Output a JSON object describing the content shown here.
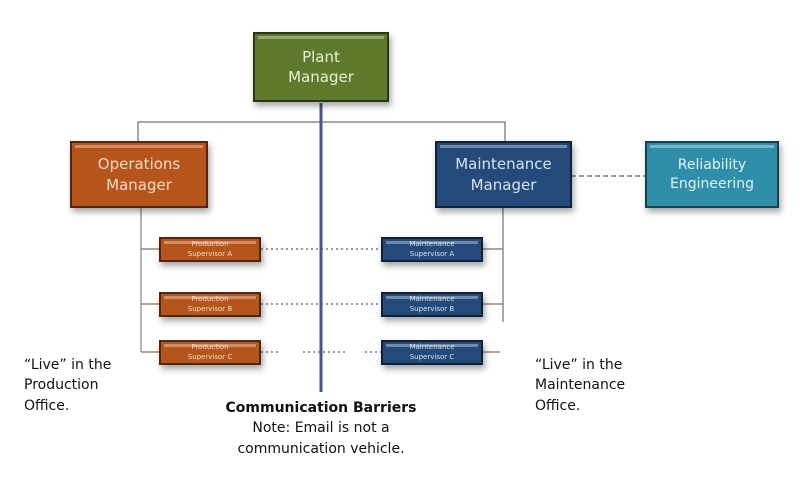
{
  "nodes": {
    "plant_manager": {
      "line1": "Plant",
      "line2": "Manager",
      "color": "#5e7a2c"
    },
    "operations_manager": {
      "line1": "Operations",
      "line2": "Manager",
      "color": "#b5551c"
    },
    "maintenance_manager": {
      "line1": "Maintenance",
      "line2": "Manager",
      "color": "#234a7a"
    },
    "reliability_engineering": {
      "line1": "Reliability",
      "line2": "Engineering",
      "color": "#2f8ea9"
    }
  },
  "production_supervisors": [
    {
      "line1": "Production",
      "line2": "Supervisor A"
    },
    {
      "line1": "Production",
      "line2": "Supervisor B"
    },
    {
      "line1": "Production",
      "line2": "Supervisor C"
    }
  ],
  "maintenance_supervisors": [
    {
      "line1": "Maintenance",
      "line2": "Supervisor A"
    },
    {
      "line1": "Maintenance",
      "line2": "Supervisor B"
    },
    {
      "line1": "Maintenance",
      "line2": "Supervisor C"
    }
  ],
  "notes": {
    "production_office": {
      "line1": "“Live” in the",
      "line2": "Production",
      "line3": "Office."
    },
    "maintenance_office": {
      "line1": "“Live” in the",
      "line2": "Maintenance",
      "line3": "Office."
    },
    "barriers": {
      "title": "Communication Barriers",
      "line1": "Note: Email is not a",
      "line2": "communication vehicle."
    }
  },
  "colors": {
    "barrier_line": "#3d5a8c",
    "connector": "#8a8a8a",
    "dotted": "#777777"
  }
}
